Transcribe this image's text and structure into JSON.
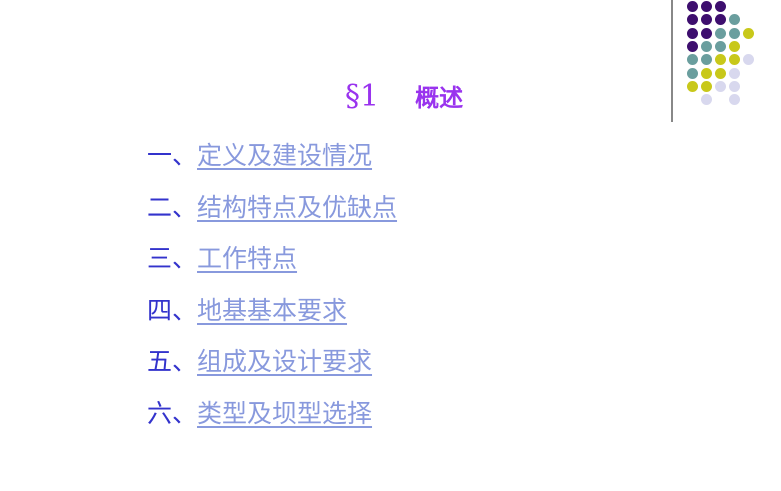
{
  "colors": {
    "purple": "#3d0e6e",
    "teal": "#6a9e9e",
    "yellow": "#c8c81a",
    "lavender": "#d8d8ee",
    "title": "#9933ee",
    "prefix": "#3333cc",
    "link": "#8899dd"
  },
  "dots": [
    [
      "purple",
      "purple",
      "purple",
      null,
      null
    ],
    [
      "purple",
      "purple",
      "purple",
      "teal",
      null
    ],
    [
      "purple",
      "purple",
      "teal",
      "teal",
      "yellow"
    ],
    [
      "purple",
      "teal",
      "teal",
      "yellow",
      null
    ],
    [
      "teal",
      "teal",
      "yellow",
      "yellow",
      "lavender"
    ],
    [
      "teal",
      "yellow",
      "yellow",
      "lavender",
      null
    ],
    [
      "yellow",
      "yellow",
      "lavender",
      "lavender",
      null
    ],
    [
      null,
      "lavender",
      null,
      "lavender",
      null
    ]
  ],
  "title": {
    "number": "§1",
    "text": "概述"
  },
  "items": [
    {
      "prefix": "一、",
      "label": "定义及建设情况"
    },
    {
      "prefix": "二、",
      "label": "结构特点及优缺点"
    },
    {
      "prefix": "三、",
      "label": "工作特点"
    },
    {
      "prefix": "四、",
      "label": "地基基本要求"
    },
    {
      "prefix": "五、",
      "label": "组成及设计要求"
    },
    {
      "prefix": "六、",
      "label": "类型及坝型选择"
    }
  ]
}
